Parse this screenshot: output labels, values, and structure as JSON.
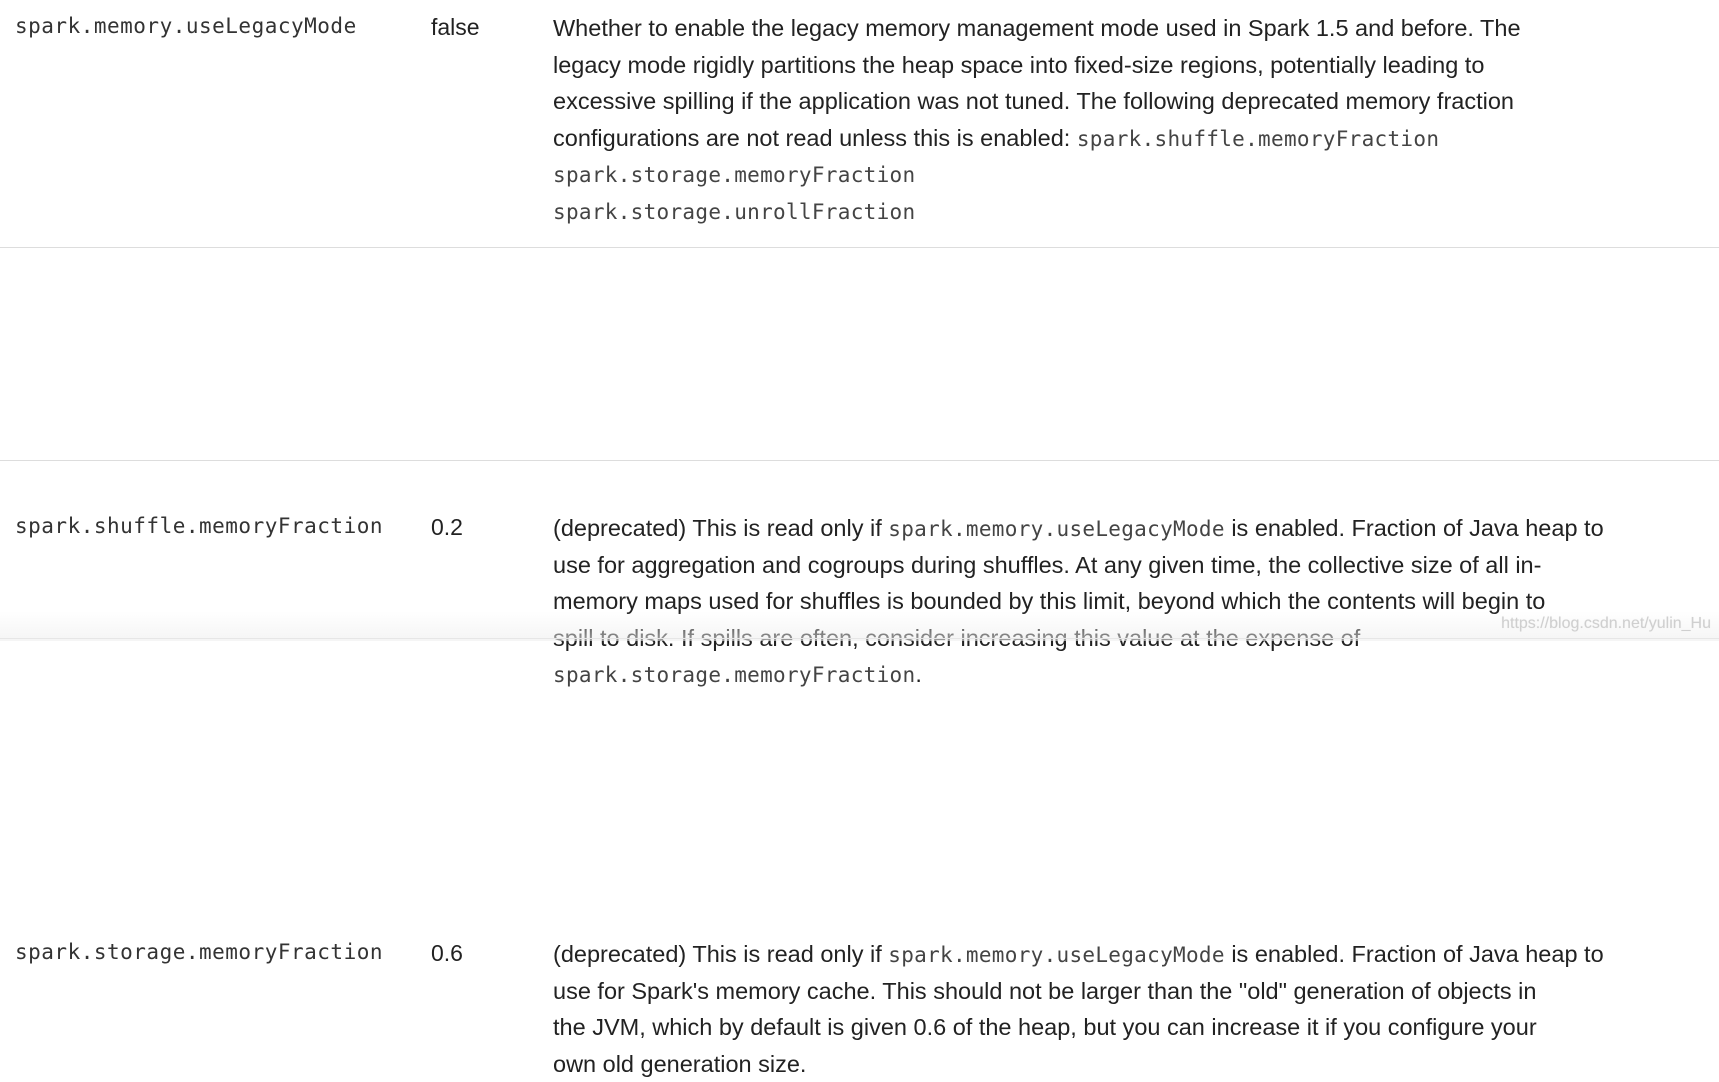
{
  "rows": [
    {
      "property": "spark.memory.useLegacyMode",
      "default": "false",
      "lines": [
        [
          "Whether to enable the legacy memory management mode used in Spark 1.5 and before. The"
        ],
        [
          "legacy mode rigidly partitions the heap space into fixed-size regions, potentially leading to"
        ],
        [
          "excessive spilling if the application was not tuned. The following deprecated memory fraction"
        ],
        [
          "configurations are not read unless this is enabled: ",
          "spark.shuffle.memoryFraction"
        ],
        [
          "spark.storage.memoryFraction"
        ],
        [
          "spark.storage.unrollFraction"
        ]
      ]
    },
    {
      "property": "spark.shuffle.memoryFraction",
      "default": "0.2",
      "lines": [
        [
          "(deprecated) This is read only if ",
          "spark.memory.useLegacyMode",
          " is enabled. Fraction of Java heap to"
        ],
        [
          "use for aggregation and cogroups during shuffles. At any given time, the collective size of all in-"
        ],
        [
          "memory maps used for shuffles is bounded by this limit, beyond which the contents will begin to"
        ],
        [
          "spill to disk. If spills are often, consider increasing this value at the expense of"
        ],
        [
          "spark.storage.memoryFraction",
          "."
        ]
      ]
    },
    {
      "property": "spark.storage.memoryFraction",
      "default": "0.6",
      "lines": [
        [
          "(deprecated) This is read only if ",
          "spark.memory.useLegacyMode",
          " is enabled. Fraction of Java heap to"
        ],
        [
          "use for Spark's memory cache. This should not be larger than the \"old\" generation of objects in"
        ],
        [
          "the JVM, which by default is given 0.6 of the heap, but you can increase it if you configure your"
        ],
        [
          "own old generation size."
        ]
      ]
    }
  ],
  "watermark": "https://blog.csdn.net/yulin_Hu"
}
